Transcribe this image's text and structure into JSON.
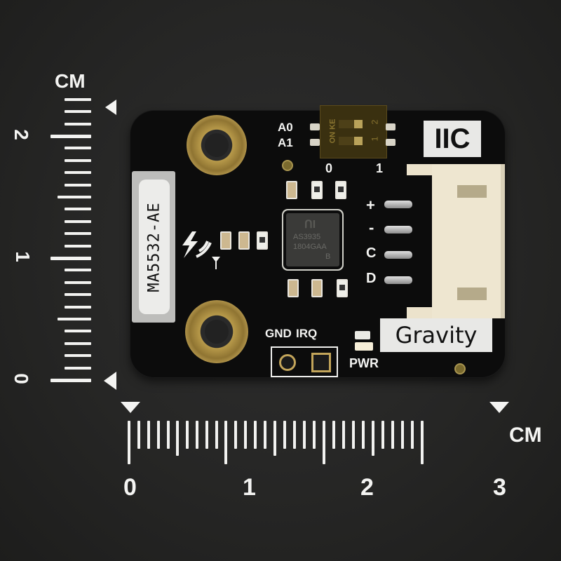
{
  "scene": {
    "subject": "Gravity MA5532-AE lightning sensor module (AS3935)",
    "background_color": "#272726",
    "board_color": "#0c0c0c",
    "silkscreen_color": "#f4f4f2",
    "gold_color": "#b89a4a"
  },
  "vertical_ruler": {
    "unit": "CM",
    "labels": [
      "2",
      "1",
      "0"
    ],
    "range_cm": [
      0,
      2.4
    ]
  },
  "horizontal_ruler": {
    "unit": "CM",
    "labels": [
      "0",
      "1",
      "2",
      "3"
    ],
    "range_cm": [
      0,
      3
    ]
  },
  "board": {
    "antenna_label": "MA5532-AE",
    "interface_badge": "IIC",
    "brand_badge": "Gravity",
    "address_labels": [
      "A0",
      "A1"
    ],
    "switch": {
      "text": "ON KE",
      "positions": [
        "1",
        "2"
      ],
      "scale": [
        "0",
        "1"
      ]
    },
    "chip": {
      "logo": "ꓵI",
      "line1": "AS3935",
      "line2": "1804GAA",
      "line3": "B"
    },
    "connector_pins": [
      "+",
      "-",
      "C",
      "D"
    ],
    "header_labels": [
      "GND",
      "IRQ"
    ],
    "led_label": "PWR"
  }
}
